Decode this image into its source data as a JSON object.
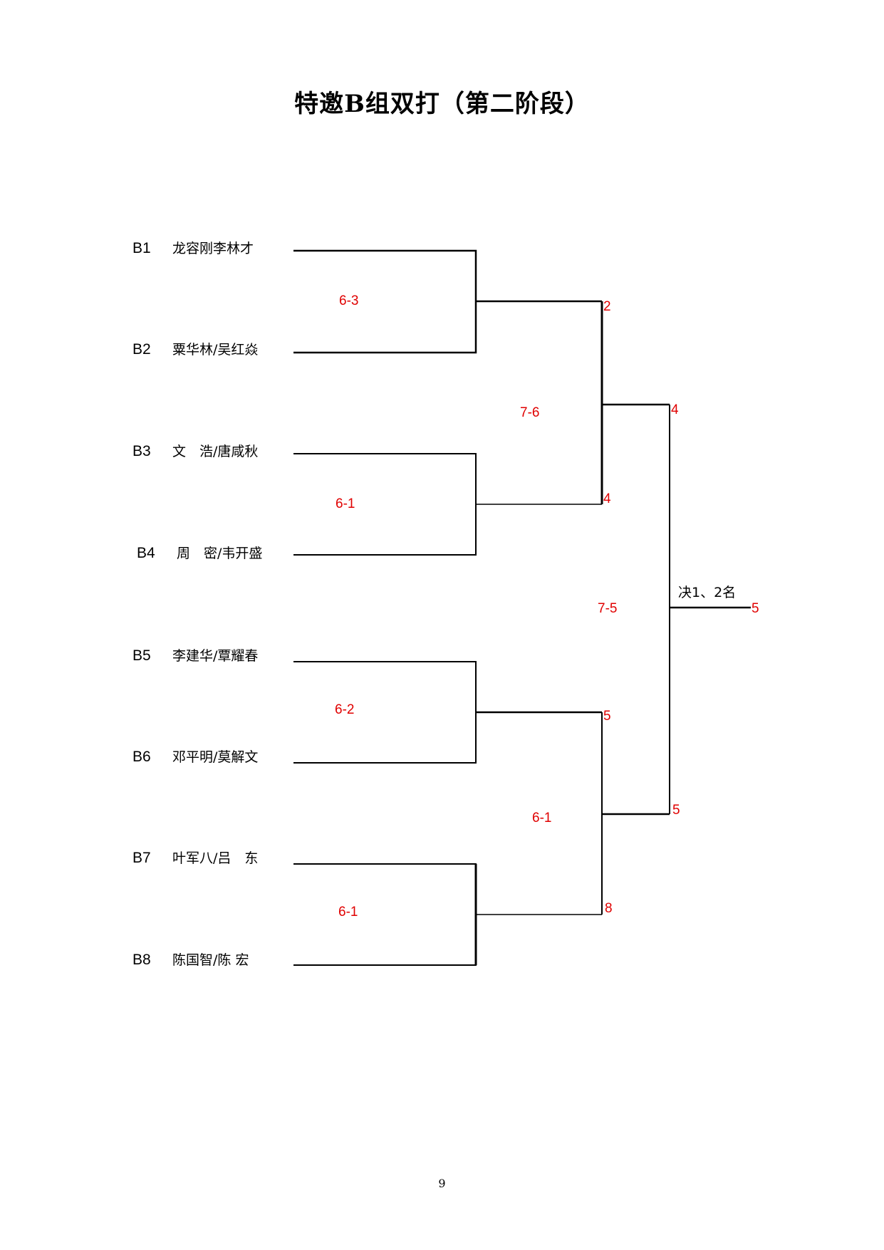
{
  "title": "特邀B组双打（第二阶段）",
  "page_number": "9",
  "colors": {
    "lines": "#000000",
    "scores": "#e00000"
  },
  "entries": [
    {
      "seed": "B1",
      "name": "龙容刚李林才"
    },
    {
      "seed": "B2",
      "name": "粟华林/吴红焱"
    },
    {
      "seed": "B3",
      "name": "文　浩/唐咸秋"
    },
    {
      "seed": "B4",
      "name": "周　密/韦开盛"
    },
    {
      "seed": "B5",
      "name": "李建华/覃耀春"
    },
    {
      "seed": "B6",
      "name": "邓平明/莫解文"
    },
    {
      "seed": "B7",
      "name": "叶军八/吕　东"
    },
    {
      "seed": "B8",
      "name": "陈国智/陈  宏"
    }
  ],
  "round1": [
    {
      "score": "6-3",
      "winner": "2"
    },
    {
      "score": "6-1",
      "winner": "4"
    },
    {
      "score": "6-2",
      "winner": "5"
    },
    {
      "score": "6-1",
      "winner": "8"
    }
  ],
  "semifinals": [
    {
      "score": "7-6",
      "winner": "4"
    },
    {
      "score": "6-1",
      "winner": "5"
    }
  ],
  "final": {
    "label": "决1、2名",
    "score": "7-5",
    "winner": "5"
  }
}
